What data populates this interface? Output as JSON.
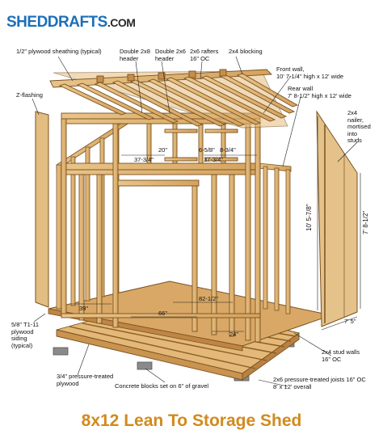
{
  "brand": {
    "name": "SHEDDRAFTS",
    "suffix": ".COM"
  },
  "caption": "8x12 Lean To Storage Shed",
  "callouts": {
    "sheathing": "1/2\" plywood sheathing (typical)",
    "header_2x8": "Double 2x8\nheader",
    "header_2x6": "Double 2x6\nheader",
    "rafters": "2x6 rafters\n16\" OC",
    "blocking": "2x4 blocking",
    "front_wall": "Front wall,\n10' 7-1/4\" high x 12' wide",
    "rear_wall": "Rear wall\n7' 8-1/2\" high x 12' wide",
    "z_flashing": "Z-flashing",
    "nailer": "2x4\nnailer,\nmortised\ninto\nstuds",
    "siding": "5/8\" T1-11\nplywood\nsiding\n(typical)",
    "floor_plywood": "3/4\" pressure-treated\nplywood",
    "concrete_blocks": "Concrete blocks set on 6\" of gravel",
    "stud_walls": "2x4 stud walls\n16\" OC",
    "joists": "2x6 pressure-treated joists 16\" OC\n8' x 12' overall"
  },
  "dimensions": {
    "d20": "20\"",
    "d6_5_8": "6-5/8\"",
    "d8_3_4": "8-3/4\"",
    "d37_3_4_left": "37-3/4\"",
    "d37_3_4_right": "37-3/4\"",
    "d39": "39\"",
    "d66": "66\"",
    "d82_1_2": "82-1/2\"",
    "d24": "24\"",
    "d7_5": "7' 5\"",
    "h_front": "10' 5-7/8\"",
    "h_rear": "7' 8-1/2\""
  }
}
